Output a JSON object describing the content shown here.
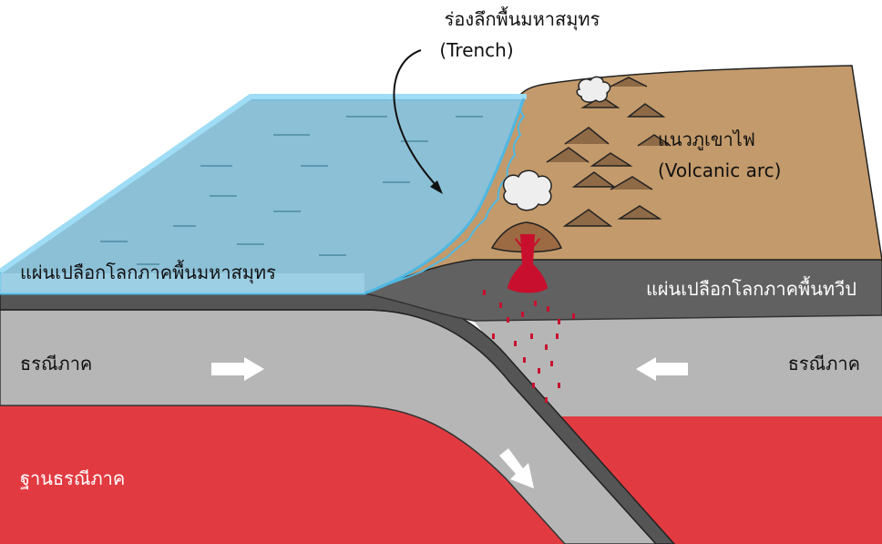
{
  "labels": {
    "trench_th": "ร่องลึกพื้นมหาสมุทร",
    "trench_en": "(Trench)",
    "volcanic_th": "แนวภูเขาไฟ",
    "volcanic_en": "(Volcanic arc)",
    "oceanic_crust": "แผ่นเปลือกโลกภาคพื้นมหาสมุทร",
    "continental_crust": "แผ่นเปลือกโลกภาคพื้นทวีป",
    "lithosphere_left": "ธรณีภาค",
    "lithosphere_right": "ธรณีภาค",
    "asthenosphere": "ฐานธรณีภาค"
  },
  "colors": {
    "ocean": "#8cc0d6",
    "ocean_edge": "#4fb8e2",
    "land": "#c39a6b",
    "crust": "#616161",
    "lithosphere": "#b6b6b6",
    "asthenosphere": "#e13b41",
    "magma": "#c8102e",
    "arrow": "#ffffff",
    "text": "#111111"
  }
}
